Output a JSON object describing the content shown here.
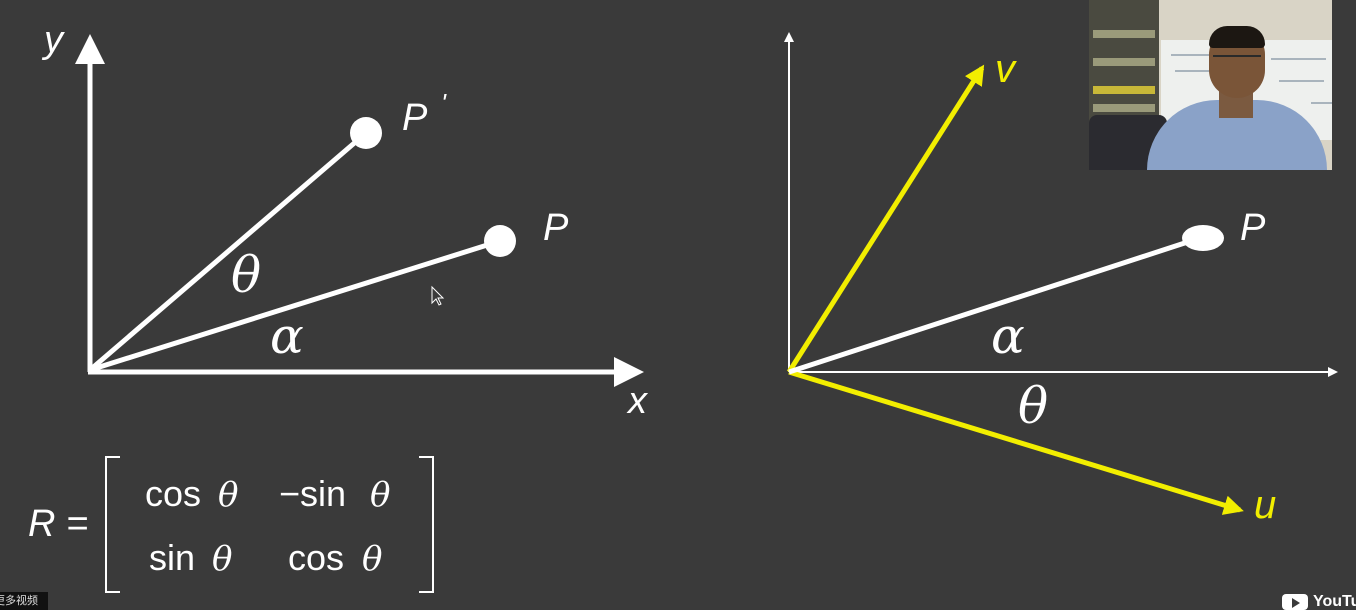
{
  "left_diagram": {
    "y_axis_label": "y",
    "x_axis_label": "x",
    "point_rotated_label": "P",
    "point_rotated_prime": "'",
    "point_label": "P",
    "theta_label": "θ",
    "alpha_label": "α"
  },
  "right_diagram": {
    "v_label": "v",
    "u_label": "u",
    "point_label": "P",
    "alpha_label": "α",
    "theta_label": "θ"
  },
  "matrix": {
    "lhs": "R =",
    "r1c1_fn": "cos",
    "r1c2_fn": "−sin",
    "r2c1_fn": "sin",
    "r2c2_fn": "cos",
    "theta": "θ"
  },
  "overlays": {
    "more_videos": "更多视频",
    "youtube_word": "YouTube"
  },
  "colors": {
    "background": "#3a3a3a",
    "lines": "#ffffff",
    "highlight": "#f2ee00"
  }
}
